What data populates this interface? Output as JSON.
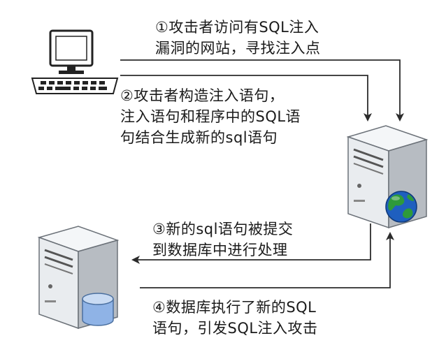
{
  "steps": [
    {
      "lines": [
        "①攻击者访问有SQL注入",
        "漏洞的网站，寻找注入点"
      ]
    },
    {
      "lines": [
        "②攻击者构造注入语句，",
        "注入语句和程序中的SQL语",
        "句结合生成新的sql语句"
      ]
    },
    {
      "lines": [
        "③新的sql语句被提交",
        "到数据库中进行处理"
      ]
    },
    {
      "lines": [
        "④数据库执行了新的SQL",
        "语句，引发SQL注入攻击"
      ]
    }
  ],
  "colors": {
    "arrow": "#2b2b2b",
    "server_body": "#e9ecef",
    "server_side": "#b7bcc2",
    "globe_blue": "#1f5fbf",
    "globe_green": "#2e9a3a",
    "database": "#8fb3e6"
  },
  "icons": {
    "attacker": "computer-icon",
    "web_server": "server-icon",
    "globe": "globe-icon",
    "db_server": "server-icon",
    "database": "database-icon"
  }
}
